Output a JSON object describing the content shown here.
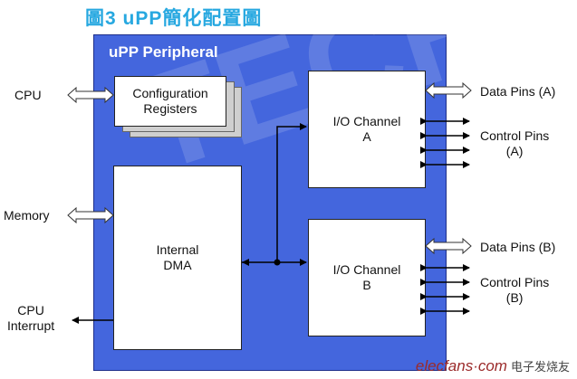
{
  "title": "圖3  uPP簡化配置圖",
  "peripheral_label": "uPP Peripheral",
  "watermark_logo": "TECH.UP",
  "blocks": {
    "config_registers": "Configuration\nRegisters",
    "internal_dma": "Internal\nDMA",
    "io_channel_a": "I/O Channel\nA",
    "io_channel_b": "I/O Channel\nB"
  },
  "external": {
    "cpu": "CPU",
    "memory": "Memory",
    "cpu_interrupt": "CPU\nInterrupt",
    "data_pins_a": "Data Pins (A)",
    "control_pins_a": "Control Pins\n(A)",
    "data_pins_b": "Data Pins (B)",
    "control_pins_b": "Control Pins\n(B)"
  },
  "watermark": {
    "site": "elecfans·com",
    "cn": "电子发烧友"
  },
  "colors": {
    "title": "#27a8e0",
    "peripheral_fill": "#4466dd",
    "watermark_site": "#9b2a2a"
  }
}
